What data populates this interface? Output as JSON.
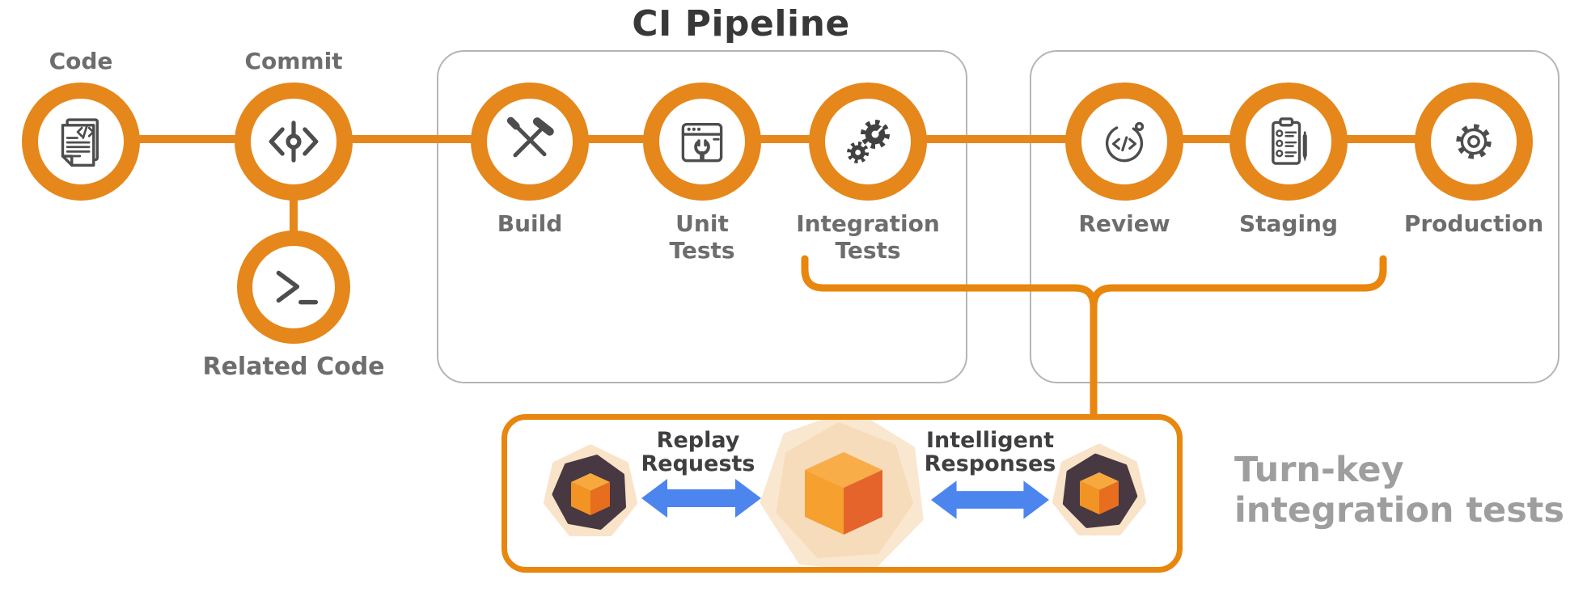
{
  "title": "CI Pipeline",
  "pipeline": {
    "nodes": [
      {
        "label": "Code",
        "icon": "code-document-icon"
      },
      {
        "label": "Commit",
        "icon": "git-commit-icon"
      },
      {
        "label": "Build",
        "icon": "build-tools-icon"
      },
      {
        "label": "Unit\nTests",
        "icon": "browser-wrench-icon"
      },
      {
        "label": "Integration\nTests",
        "icon": "gears-icon"
      },
      {
        "label": "Review",
        "icon": "code-review-icon"
      },
      {
        "label": "Staging",
        "icon": "checklist-icon"
      },
      {
        "label": "Production",
        "icon": "gear-icon"
      }
    ],
    "branch": {
      "label": "Related Code",
      "icon": "terminal-icon"
    }
  },
  "callout": {
    "replay_label": "Replay\nRequests",
    "responses_label": "Intelligent\nResponses",
    "caption": "Turn-key\nintegration tests"
  },
  "colors": {
    "orange": "#E5871A",
    "orange-bright": "#E8860D",
    "ink": "#383838",
    "gray-label": "#6d6d6d",
    "gray-caption": "#9e9e9e",
    "box-border": "#b5b5b5",
    "icon": "#4d4d4d",
    "gear": "#414141",
    "blue": "#4C85EE",
    "plum": "#473842",
    "halo": "#F9E4C9",
    "halo-big-outer": "#FAE7D0",
    "halo-big-inner": "#F7DCBB",
    "cube-top": "#F7A93E",
    "cube-left": "#F29424",
    "cube-right": "#E76E1E",
    "bigcube-top": "#F9AD49",
    "bigcube-left": "#F5A02F",
    "bigcube-right": "#E4642C"
  }
}
